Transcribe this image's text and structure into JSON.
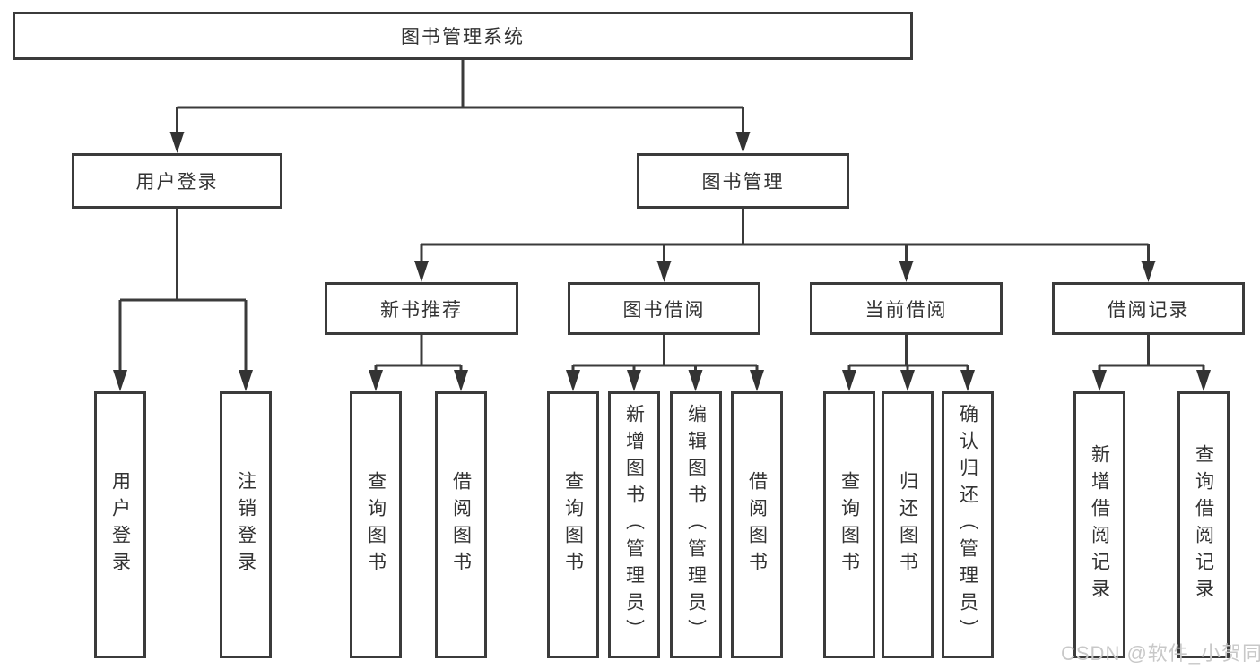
{
  "title": "图书管理系统",
  "watermark": "CSDN @软件_小贺同学",
  "colors": {
    "line": "#3b3b3b",
    "box_border": "#3b3b3b",
    "text": "#333333",
    "watermark": "#c8c8c8",
    "background": "#ffffff"
  },
  "tree": {
    "root": {
      "label": "图书管理系统",
      "children": [
        {
          "label": "用户登录",
          "children": [
            {
              "label": "用户登录"
            },
            {
              "label": "注销登录"
            }
          ]
        },
        {
          "label": "图书管理",
          "children": [
            {
              "label": "新书推荐",
              "children": [
                {
                  "label": "查询图书"
                },
                {
                  "label": "借阅图书"
                }
              ]
            },
            {
              "label": "图书借阅",
              "children": [
                {
                  "label": "查询图书"
                },
                {
                  "label": "新增图书（管理员）"
                },
                {
                  "label": "编辑图书（管理员）"
                },
                {
                  "label": "借阅图书"
                }
              ]
            },
            {
              "label": "当前借阅",
              "children": [
                {
                  "label": "查询图书"
                },
                {
                  "label": "归还图书"
                },
                {
                  "label": "确认归还（管理员）"
                }
              ]
            },
            {
              "label": "借阅记录",
              "children": [
                {
                  "label": "新增借阅记录"
                },
                {
                  "label": "查询借阅记录"
                }
              ]
            }
          ]
        }
      ]
    }
  }
}
